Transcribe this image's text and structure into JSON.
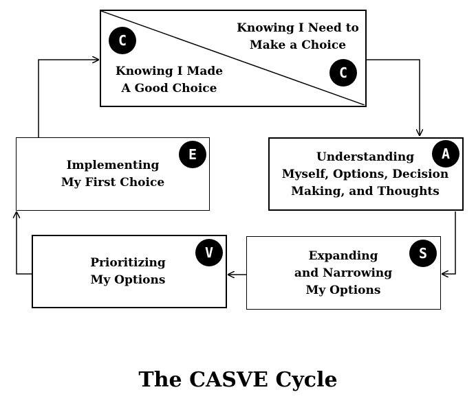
{
  "diagram": {
    "title": "The CASVE Cycle",
    "communication": {
      "letter": "C",
      "upper_text": [
        "Knowing I Need to",
        "Make a Choice"
      ],
      "lower_text": [
        "Knowing I Made",
        "A Good Choice"
      ]
    },
    "analysis": {
      "letter": "A",
      "text": [
        "Understanding",
        "Myself, Options, Decision",
        "Making, and Thoughts"
      ]
    },
    "synthesis": {
      "letter": "S",
      "text": [
        "Expanding",
        "and Narrowing",
        "My Options"
      ]
    },
    "valuing": {
      "letter": "V",
      "text": [
        "Prioritizing",
        "My Options"
      ]
    },
    "execution": {
      "letter": "E",
      "text": [
        "Implementing",
        "My First Choice"
      ]
    }
  }
}
